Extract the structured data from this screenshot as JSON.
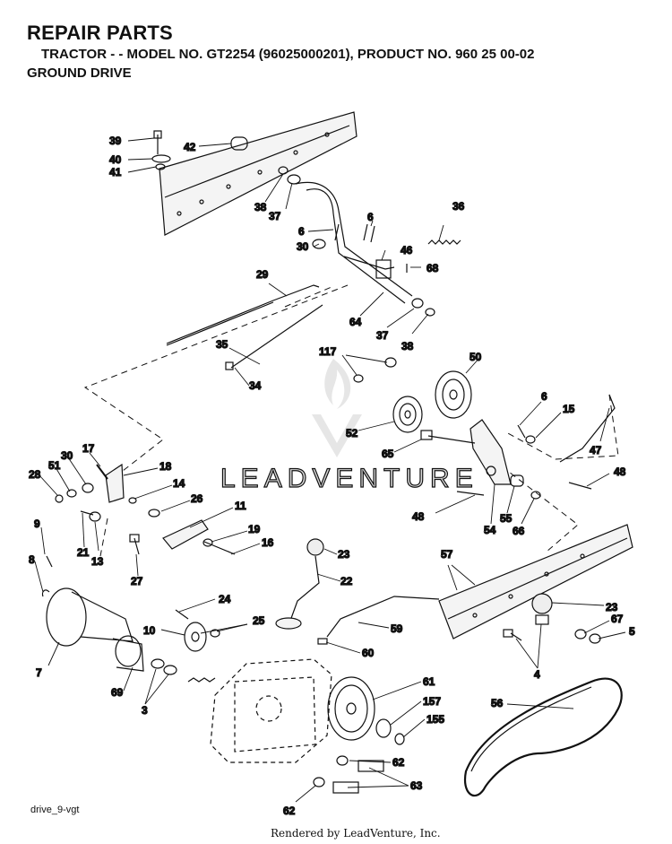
{
  "header": {
    "title": "REPAIR PARTS",
    "subtitle": "TRACTOR - - MODEL NO. GT2254 (96025000201), PRODUCT NO. 960 25 00-02",
    "section": "GROUND DRIVE"
  },
  "footer": {
    "drawing_code": "drive_9-vgt",
    "credit": "Rendered by LeadVenture, Inc."
  },
  "watermark": {
    "text": "LEADVENTURE"
  },
  "callouts": [
    {
      "id": "c39",
      "label": "39"
    },
    {
      "id": "c40",
      "label": "40"
    },
    {
      "id": "c41",
      "label": "41"
    },
    {
      "id": "c42",
      "label": "42"
    },
    {
      "id": "c38a",
      "label": "38"
    },
    {
      "id": "c37a",
      "label": "37"
    },
    {
      "id": "c36",
      "label": "36"
    },
    {
      "id": "c6a",
      "label": "6"
    },
    {
      "id": "c6b",
      "label": "6"
    },
    {
      "id": "c30a",
      "label": "30"
    },
    {
      "id": "c46",
      "label": "46"
    },
    {
      "id": "c68",
      "label": "68"
    },
    {
      "id": "c29",
      "label": "29"
    },
    {
      "id": "c64",
      "label": "64"
    },
    {
      "id": "c37b",
      "label": "37"
    },
    {
      "id": "c38b",
      "label": "38"
    },
    {
      "id": "c35",
      "label": "35"
    },
    {
      "id": "c34",
      "label": "34"
    },
    {
      "id": "c117",
      "label": "117"
    },
    {
      "id": "c50",
      "label": "50"
    },
    {
      "id": "c6c",
      "label": "6"
    },
    {
      "id": "c15",
      "label": "15"
    },
    {
      "id": "c52",
      "label": "52"
    },
    {
      "id": "c65",
      "label": "65"
    },
    {
      "id": "c47",
      "label": "47"
    },
    {
      "id": "c17",
      "label": "17"
    },
    {
      "id": "c30b",
      "label": "30"
    },
    {
      "id": "c51",
      "label": "51"
    },
    {
      "id": "c28",
      "label": "28"
    },
    {
      "id": "c18",
      "label": "18"
    },
    {
      "id": "c14",
      "label": "14"
    },
    {
      "id": "c26",
      "label": "26"
    },
    {
      "id": "c11",
      "label": "11"
    },
    {
      "id": "c48a",
      "label": "48"
    },
    {
      "id": "c48b",
      "label": "48"
    },
    {
      "id": "c54",
      "label": "54"
    },
    {
      "id": "c55",
      "label": "55"
    },
    {
      "id": "c66",
      "label": "66"
    },
    {
      "id": "c9",
      "label": "9"
    },
    {
      "id": "c21",
      "label": "21"
    },
    {
      "id": "c13",
      "label": "13"
    },
    {
      "id": "c19",
      "label": "19"
    },
    {
      "id": "c16",
      "label": "16"
    },
    {
      "id": "c8",
      "label": "8"
    },
    {
      "id": "c27",
      "label": "27"
    },
    {
      "id": "c23a",
      "label": "23"
    },
    {
      "id": "c22",
      "label": "22"
    },
    {
      "id": "c57",
      "label": "57"
    },
    {
      "id": "c24",
      "label": "24"
    },
    {
      "id": "c23b",
      "label": "23"
    },
    {
      "id": "c10",
      "label": "10"
    },
    {
      "id": "c25",
      "label": "25"
    },
    {
      "id": "c59",
      "label": "59"
    },
    {
      "id": "c67",
      "label": "67"
    },
    {
      "id": "c5",
      "label": "5"
    },
    {
      "id": "c7",
      "label": "7"
    },
    {
      "id": "c60",
      "label": "60"
    },
    {
      "id": "c4",
      "label": "4"
    },
    {
      "id": "c69",
      "label": "69"
    },
    {
      "id": "c3",
      "label": "3"
    },
    {
      "id": "c61",
      "label": "61"
    },
    {
      "id": "c56",
      "label": "56"
    },
    {
      "id": "c157",
      "label": "157"
    },
    {
      "id": "c155",
      "label": "155"
    },
    {
      "id": "c62a",
      "label": "62"
    },
    {
      "id": "c63",
      "label": "63"
    },
    {
      "id": "c62b",
      "label": "62"
    }
  ]
}
